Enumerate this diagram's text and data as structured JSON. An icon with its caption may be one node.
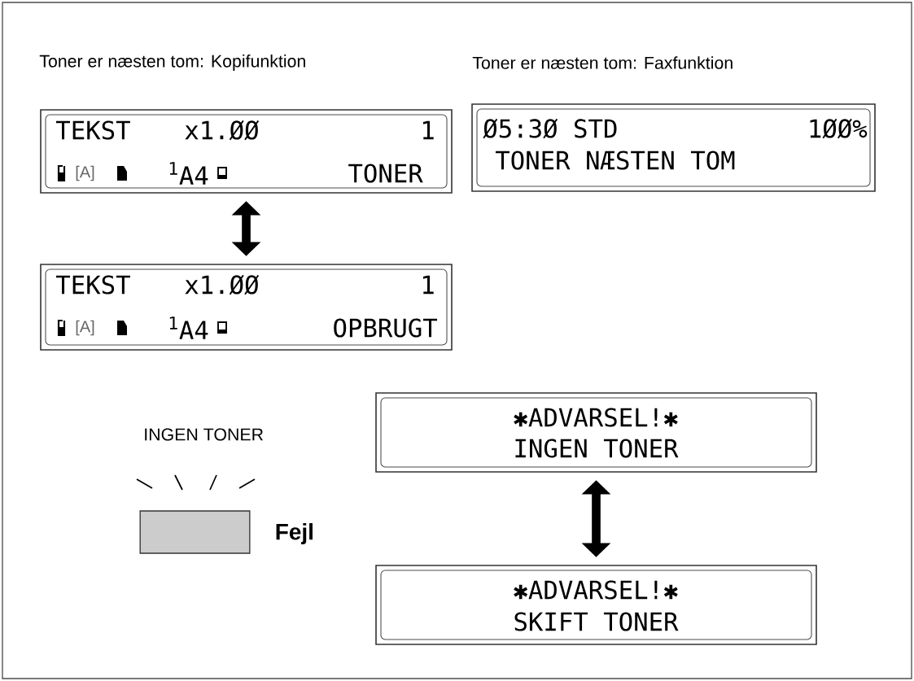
{
  "diagram": {
    "nodes": [
      {
        "text": [
          "TEKST",
          "x1.ØØ",
          "1",
          "[A]",
          "$^{1}$A4",
          "TONER"
        ]
      },
      {
        "text": [
          "TEKST",
          "x1.ØØ",
          "1",
          "[A]",
          "$^{1}$A4",
          "OPBRUGT"
        ]
      },
      {
        "text": [
          "Ø5:3Ø STD",
          "1ØØ%",
          "TONER NÆSTEN TOM"
        ]
      },
      {
        "text": [
          "✱ADVARSEL!✱",
          "INGEN TONER"
        ]
      },
      {
        "text": [
          "✱ADVARSEL!✱",
          "SKIFT TONER"
        ]
      },
      {
        "text": [],
        "shape": "box",
        "beside": [
          "Fejl"
        ]
      }
    ],
    "edges": [
      {
        "from": 0,
        "to": 1,
        "arrow": "both"
      },
      {
        "from": 3,
        "to": 4,
        "arrow": "both"
      }
    ],
    "labels": [
      "Toner er næsten tom: Kopifunktion",
      "Toner er næsten tom: Faxfunktion",
      "INGEN TONER"
    ]
  }
}
